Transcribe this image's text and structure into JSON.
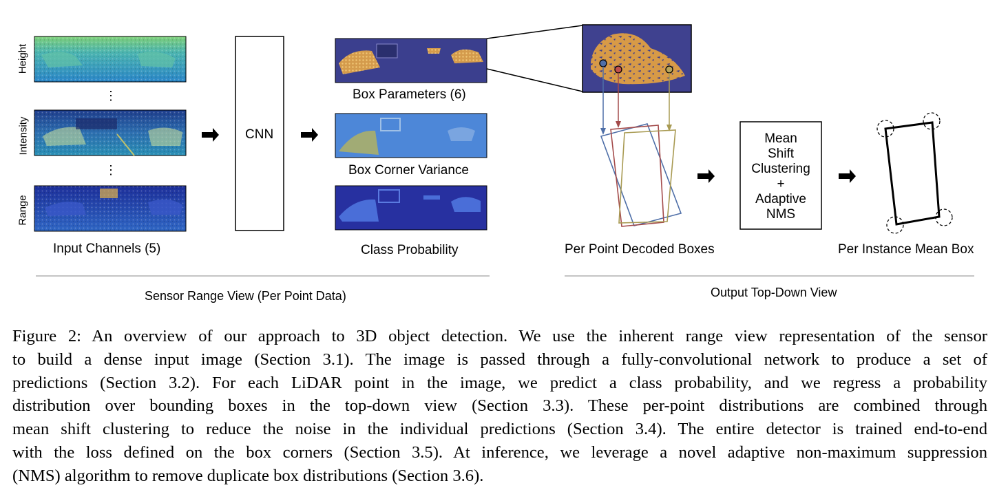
{
  "figure": {
    "input_channels": {
      "axis_labels": [
        "Height",
        "Intensity",
        "Range"
      ],
      "separator": "⋮",
      "caption": "Input Channels (5)"
    },
    "cnn": {
      "label": "CNN"
    },
    "outputs": {
      "box_parameters": "Box Parameters (6)",
      "box_corner_variance": "Box Corner Variance",
      "class_probability": "Class Probability"
    },
    "decoded": {
      "caption": "Per Point Decoded Boxes"
    },
    "mean_shift": {
      "lines": [
        "Mean",
        "Shift",
        "Clustering",
        "+",
        "Adaptive",
        "NMS"
      ]
    },
    "mean_box": {
      "caption": "Per Instance Mean Box"
    },
    "sections": {
      "left": "Sensor Range View (Per Point Data)",
      "right": "Output Top-Down View"
    },
    "colors": {
      "arrow": "#000000",
      "decoded_box_blue": "#4f6fa8",
      "decoded_box_red": "#a34a4a",
      "decoded_box_olive": "#a89a52",
      "image_background": "#3a3d8f",
      "point_cloud_car": "#d9a050"
    },
    "icons": [
      "arrow-right-icon",
      "point-marker-icon",
      "corner-circle-icon"
    ]
  },
  "caption": {
    "lines": [
      "Figure 2: An overview of our approach to 3D object detection. We use the inherent range view representation of the sensor",
      "to build a dense input image (Section 3.1). The image is passed through a fully-convolutional network to produce a set of",
      "predictions (Section 3.2). For each LiDAR point in the image, we predict a class probability, and we regress a probability",
      "distribution over bounding boxes in the top-down view (Section 3.3). These per-point distributions are combined through",
      "mean shift clustering to reduce the noise in the individual predictions (Section 3.4). The entire detector is trained end-to-end",
      "with the loss defined on the box corners (Section 3.5). At inference, we leverage a novel adaptive non-maximum suppression",
      "(NMS) algorithm to remove duplicate box distributions (Section 3.6)."
    ]
  }
}
